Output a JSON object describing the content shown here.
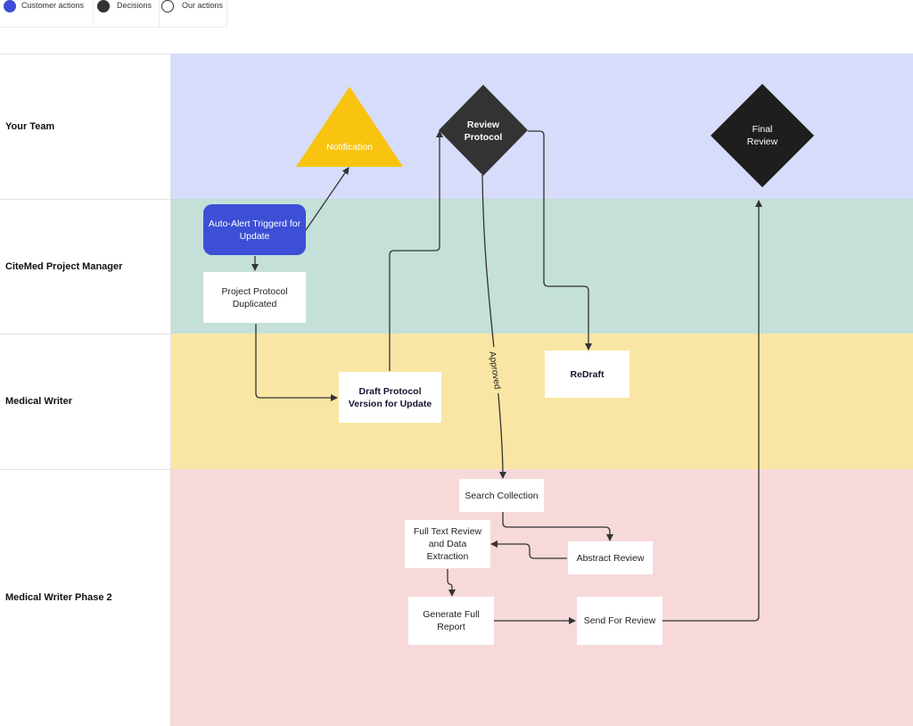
{
  "legend": {
    "items": [
      {
        "label": "Customer actions",
        "color": "#3c4fd6",
        "style": "filled"
      },
      {
        "label": "Decisions",
        "color": "#333333",
        "style": "filled"
      },
      {
        "label": "Our actions",
        "color": "#ffffff",
        "style": "outline"
      }
    ]
  },
  "lanes": [
    {
      "label": "Your Team",
      "color": "#d7dcfa"
    },
    {
      "label": "CiteMed Project Manager",
      "color": "#c4e0d8"
    },
    {
      "label": "Medical Writer",
      "color": "#fae6a4"
    },
    {
      "label": "Medical Writer Phase 2",
      "color": "#f7d9da"
    }
  ],
  "nodes": {
    "notification": {
      "label": "Notification",
      "color": "#f8c410"
    },
    "review_protocol": {
      "label": "Review Protocol",
      "color": "#333333"
    },
    "final_review": {
      "label": "Final Review",
      "color": "#1e1e1e"
    },
    "auto_alert": {
      "label": "Auto-Alert Triggerd for Update"
    },
    "project_protocol": {
      "label": "Project Protocol Duplicated"
    },
    "draft_protocol": {
      "label": "Draft Protocol Version for Update"
    },
    "redraft": {
      "label": "ReDraft"
    },
    "search_collection": {
      "label": "Search Collection"
    },
    "full_text_review": {
      "label": "Full Text Review and Data Extraction"
    },
    "abstract_review": {
      "label": "Abstract Review"
    },
    "generate_full_report": {
      "label": "Generate Full Report"
    },
    "send_for_review": {
      "label": "Send For Review"
    }
  },
  "edges": {
    "approved_label": "Approved"
  }
}
